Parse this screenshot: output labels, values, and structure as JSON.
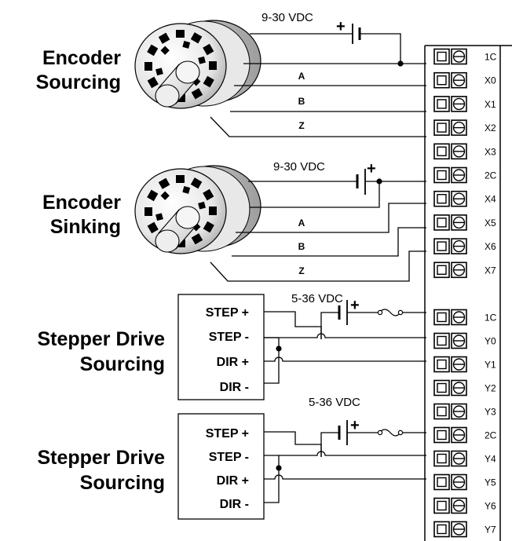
{
  "encoders": [
    {
      "label_line1": "Encoder",
      "label_line2": "Sourcing",
      "supply": "9-30 VDC",
      "supply_sign": "+",
      "signals": [
        "A",
        "B",
        "Z"
      ]
    },
    {
      "label_line1": "Encoder",
      "label_line2": "Sinking",
      "supply": "9-30 VDC",
      "supply_sign": "+",
      "signals": [
        "A",
        "B",
        "Z"
      ]
    }
  ],
  "drives": [
    {
      "label_line1": "Stepper Drive",
      "label_line2": "Sourcing",
      "supply": "5-36 VDC",
      "supply_sign": "+",
      "pins": [
        "STEP +",
        "STEP -",
        "DIR +",
        "DIR -"
      ]
    },
    {
      "label_line1": "Stepper Drive",
      "label_line2": "Sourcing",
      "supply": "5-36 VDC",
      "supply_sign": "+",
      "pins": [
        "STEP +",
        "STEP -",
        "DIR +",
        "DIR -"
      ]
    }
  ],
  "terminals": [
    "1C",
    "X0",
    "X1",
    "X2",
    "X3",
    "2C",
    "X4",
    "X5",
    "X6",
    "X7",
    "",
    "1C",
    "Y0",
    "Y1",
    "Y2",
    "Y3",
    "2C",
    "Y4",
    "Y5",
    "Y6",
    "Y7"
  ],
  "colors": {
    "line": "#000000",
    "encoder_body": "#d9d9d9",
    "background": "#ffffff"
  }
}
